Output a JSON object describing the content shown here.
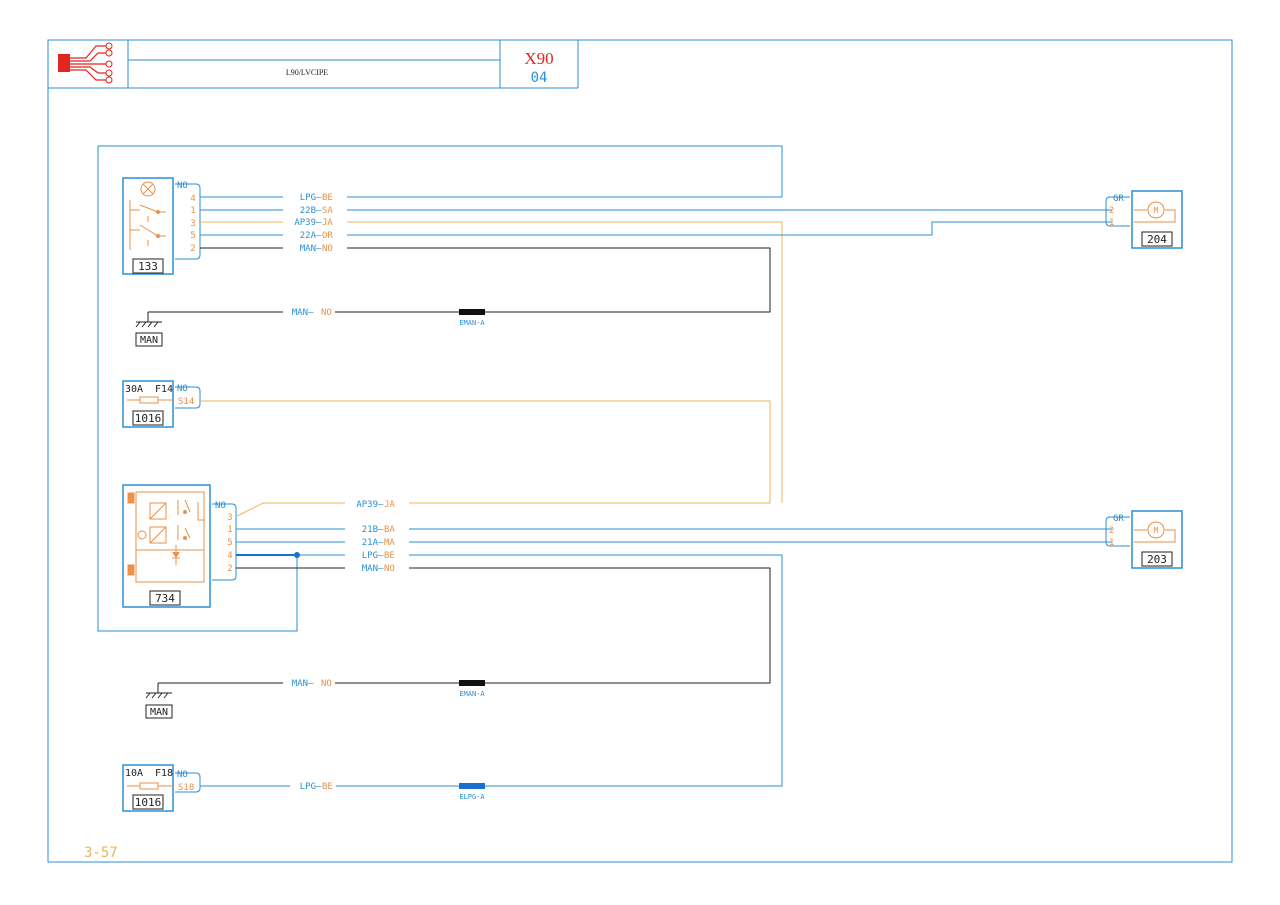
{
  "header": {
    "title": "L90/LVCIPE",
    "code": "X90",
    "sheet": "04"
  },
  "page_ref": "3-57",
  "colors": {
    "frame": "#2a8fd4",
    "wire_blue": "#2a8fd4",
    "wire_orange": "#f0b45a",
    "wire_black": "#222222",
    "label_blue": "#2a8fd4",
    "label_orange": "#e8924a",
    "accent_red": "#e0261e"
  },
  "components": {
    "c133": {
      "id": "133",
      "connector": "NO",
      "pins": [
        "4",
        "1",
        "3",
        "5",
        "2"
      ],
      "wires": [
        {
          "code": "LPG",
          "color": "BE"
        },
        {
          "code": "22B",
          "color": "SA"
        },
        {
          "code": "AP39",
          "color": "JA"
        },
        {
          "code": "22A",
          "color": "OR"
        },
        {
          "code": "MAN",
          "color": "NO"
        }
      ]
    },
    "ground1": {
      "label": "MAN",
      "wire_code": "MAN",
      "wire_color": "NO",
      "splice": "EMAN-A"
    },
    "fuse14": {
      "rating": "30A",
      "fuse": "F14",
      "connector": "NO",
      "pin": "S14",
      "id": "1016"
    },
    "c734": {
      "id": "734",
      "connector": "NO",
      "pins": [
        "3",
        "1",
        "5",
        "4",
        "2"
      ],
      "wires": [
        {
          "code": "AP39",
          "color": "JA"
        },
        {
          "code": "21B",
          "color": "BA"
        },
        {
          "code": "21A",
          "color": "MA"
        },
        {
          "code": "LPG",
          "color": "BE"
        },
        {
          "code": "MAN",
          "color": "NO"
        }
      ]
    },
    "ground2": {
      "label": "MAN",
      "wire_code": "MAN",
      "wire_color": "NO",
      "splice": "EMAN-A"
    },
    "fuse18": {
      "rating": "10A",
      "fuse": "F18",
      "connector": "NO",
      "pin": "S18",
      "id": "1016",
      "wire_code": "LPG",
      "wire_color": "BE",
      "splice": "ELPG-A"
    },
    "m204": {
      "id": "204",
      "connector": "GR",
      "pins": [
        "2",
        "1"
      ],
      "symbol": "M"
    },
    "m203": {
      "id": "203",
      "connector": "GR",
      "pins": [
        "2",
        "1"
      ],
      "symbol": "M"
    }
  },
  "icons": [
    "harness-connector-icon",
    "lamp-icon",
    "relay-switch-icon",
    "fuse-icon",
    "ground-icon",
    "motor-icon",
    "diode-icon"
  ]
}
